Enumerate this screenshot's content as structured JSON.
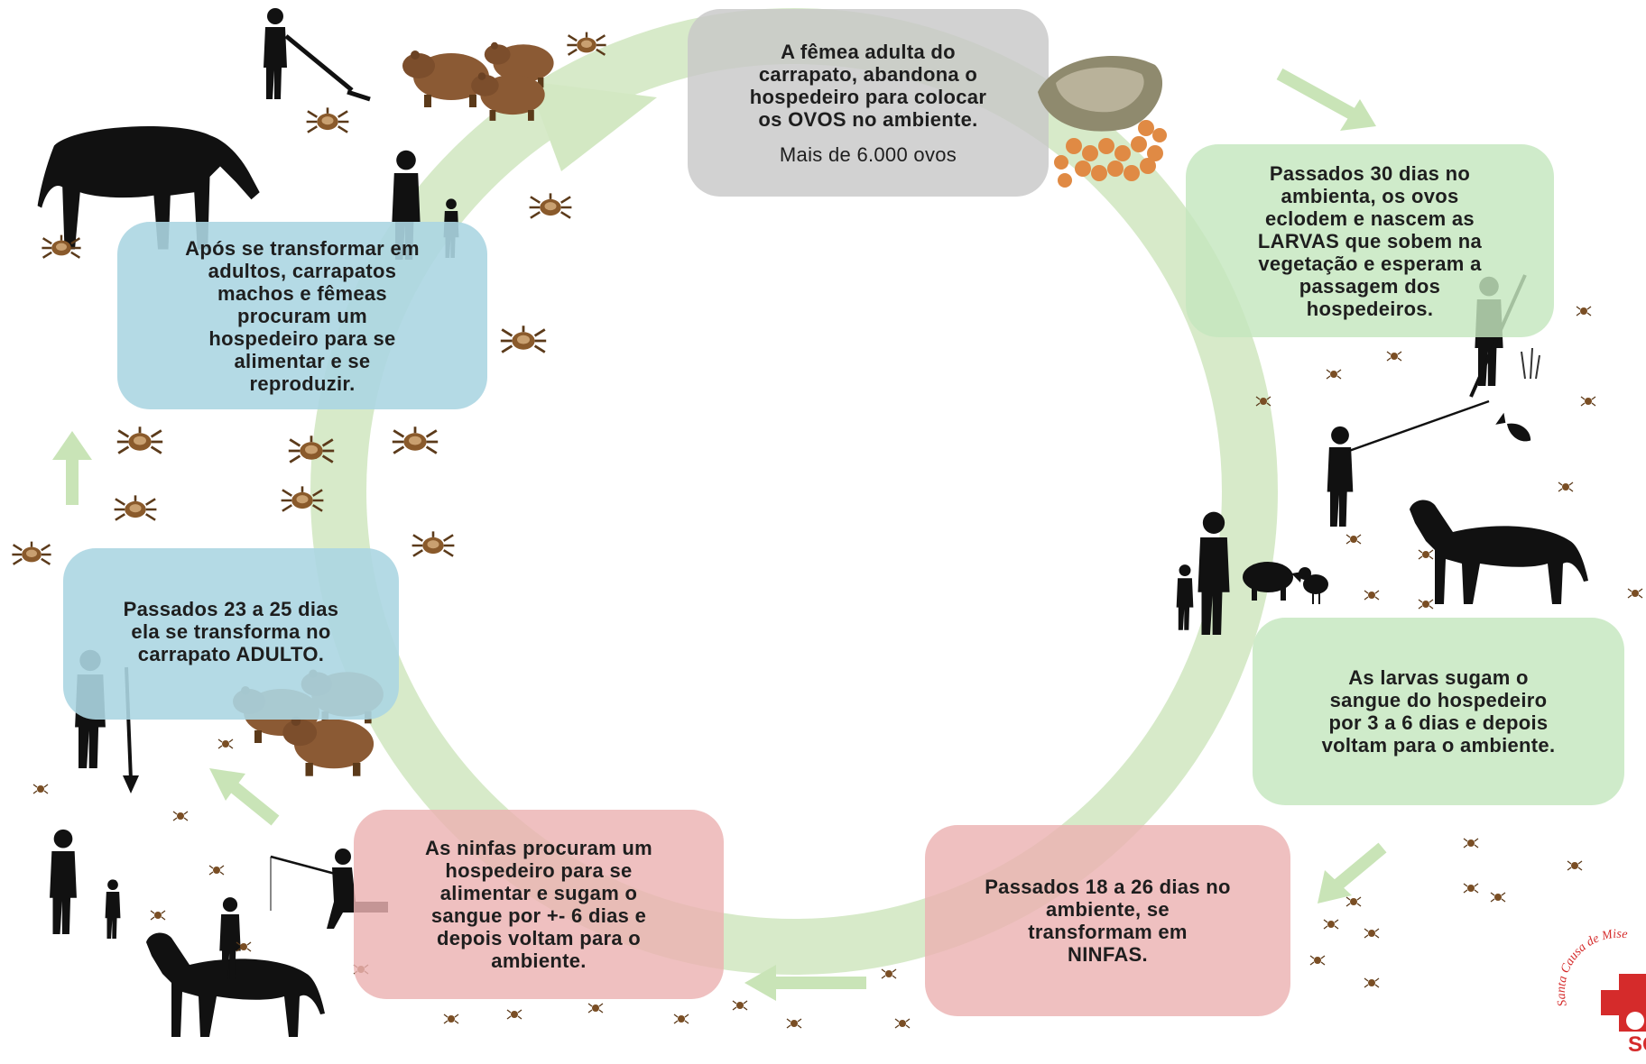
{
  "stages": {
    "eggs": {
      "text": "A fêmea adulta do\ncarrapato, abandona o\nhospedeiro para colocar\nos OVOS no ambiente.",
      "sub": "Mais de 6.000 ovos"
    },
    "larvae": {
      "text": "Passados 30 dias no\nambienta, os ovos\neclodem e nascem as\nLARVAS que sobem na\nvegetação e esperam a\npassagem dos\nhospedeiros."
    },
    "larvae_feed": {
      "text": "As larvas sugam o\nsangue do hospedeiro\npor 3 a 6 dias e depois\nvoltam para o ambiente."
    },
    "nymphs": {
      "text": "Passados 18 a 26 dias no\nambiente, se\ntransformam em\nNINFAS."
    },
    "nymphs_feed": {
      "text": "As ninfas procuram um\nhospedeiro para se\nalimentar e sugam o\nsangue por +- 6 dias e\ndepois voltam para o\nambiente."
    },
    "adult": {
      "text": "Passados 23 a 25 dias\nela se transforma no\ncarrapato ADULTO."
    },
    "adult_feed": {
      "text": "Após se transformar em\nadultos, carrapatos\nmachos e fêmeas\nprocuram um\nhospedeiro para se\nalimentar e se\nreproduzir."
    }
  },
  "logo": {
    "arc_text": "Santa Causa de Mise",
    "acronym": "SCMA"
  },
  "colors": {
    "ring": "#d3e8c3",
    "arrow": "#c9e4b7",
    "silhouette": "#111111",
    "tick": "#8a5a2b",
    "capybara": "#8b5a34",
    "logo_red": "#d52b2b"
  }
}
